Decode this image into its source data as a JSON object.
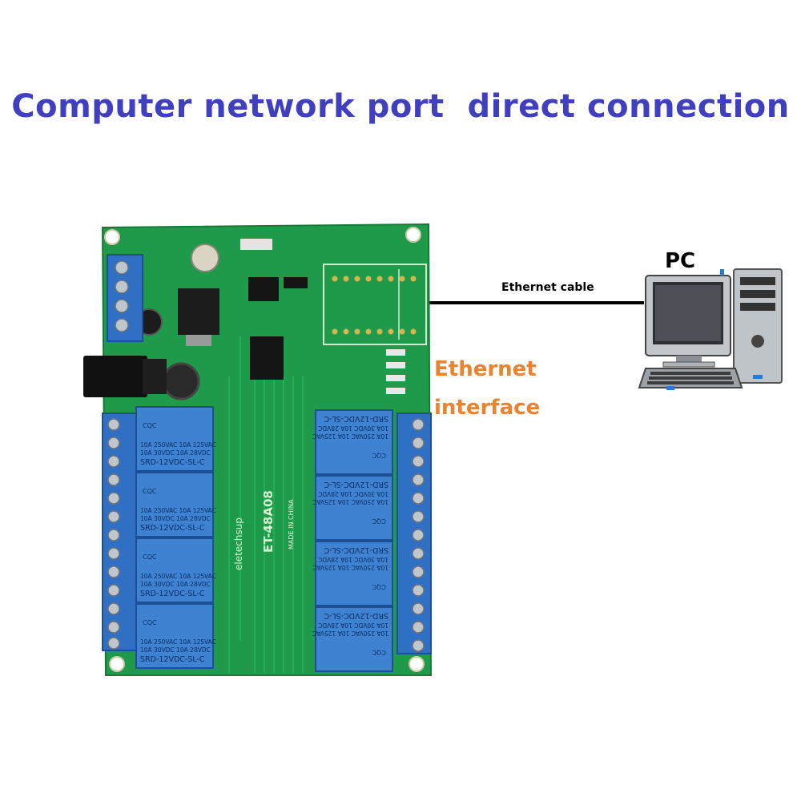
{
  "title": "Computer network port  direct connection",
  "pc_label": "PC",
  "cable_label": "Ethernet cable",
  "ethernet_interface": {
    "line1": "Ethernet",
    "line2": "interface"
  },
  "board": {
    "brand": "eletechsup",
    "model": "ET-48A08",
    "origin": "MADE IN CHINA"
  },
  "relay": {
    "line1": "10A 250VAC  10A 125VAC",
    "line2": "10A  30VDC  10A  28VDC",
    "model": "SRD-12VDC-SL-C",
    "cert": "CQC"
  },
  "colors": {
    "title": "#3f3fbf",
    "ethernet_label": "#e8832f",
    "pcb": "#1f9a4a",
    "relay": "#3e82d1",
    "terminal": "#2f6fc4"
  },
  "icons": {
    "pc": "desktop-computer-icon"
  }
}
